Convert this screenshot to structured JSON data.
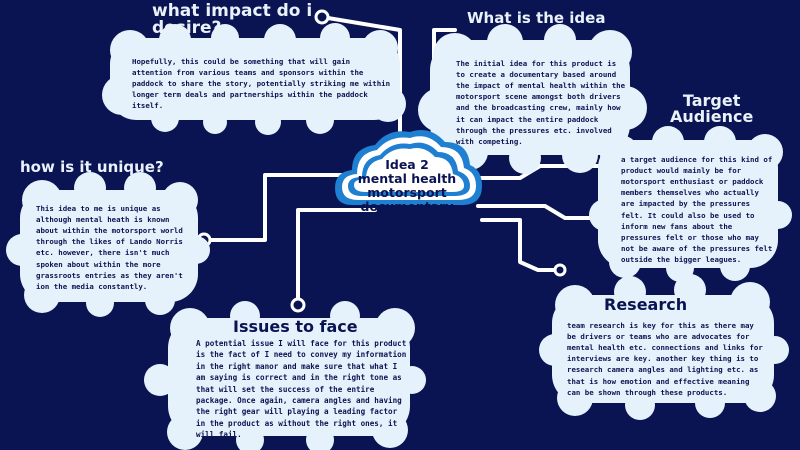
{
  "colors": {
    "background": "#0b1452",
    "cloud_fill": "#e6f2fb",
    "accent_blue": "#1f7fd0",
    "text_dark": "#0b1452",
    "text_light": "#e9f2fb"
  },
  "center": {
    "title": "Idea 2\nmental health\nmotorsport\ndocumentary",
    "icon": "cloud-icon"
  },
  "nodes": {
    "impact": {
      "heading": "what impact do i\ndesire?",
      "text": "Hopefully, this could be something that will gain attention from various teams and sponsors within the paddock to share the story, potentially striking me within longer term deals and partnerships within the paddock itself."
    },
    "idea": {
      "heading": "What is the idea",
      "text": "The initial idea for this product is to create a documentary based around the impact of mental health within the motorsport scene amongst both drivers and the broadcasting crew, mainly how it can impact the entire paddock through the pressures etc. involved with competing."
    },
    "target": {
      "heading": "Target\nAudience",
      "text": "a target audience for this kind of product would mainly be for motorsport enthusiast or paddock members themselves who actually are impacted by the pressures felt. It could also be used to inform new fans about the pressures felt or those who may not be aware of the pressures felt outside the bigger leagues."
    },
    "unique": {
      "heading": "how is it unique?",
      "text": "This idea to me is unique as although mental heath is known about within the motorsport world through the likes of Lando Norris etc. however, there isn't much spoken about within the more grassroots entries as they aren't ion the media constantly."
    },
    "research": {
      "heading": "Research",
      "text": "team research is key for this as there may be drivers or teams who are advocates for mental health etc. connections and links for interviews are key. another key thing is to research camera angles and lighting etc. as that is how emotion and effective meaning can be shown through these products."
    },
    "issues": {
      "heading": "Issues to face",
      "text": "A potential issue I will face for this product is the fact of I need to convey my information in the right manor and make sure that what I am saying is correct and in the right tone as that will set the success of the entire package. Once again, camera angles and having the right gear will playing a leading factor in the product as without the right ones, it will fail."
    }
  }
}
